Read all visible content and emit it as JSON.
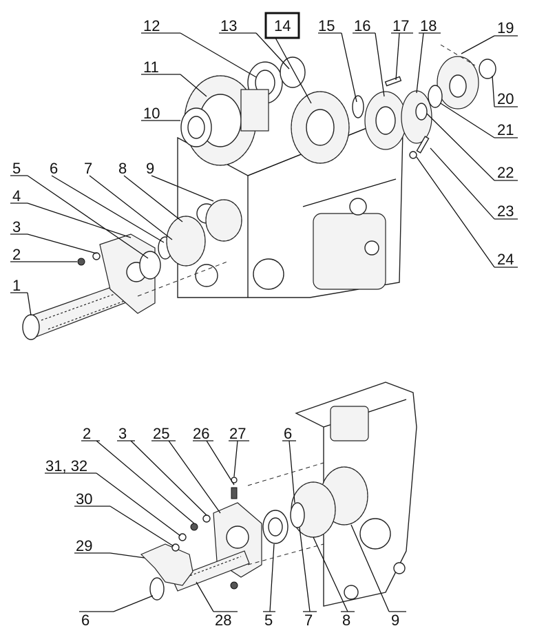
{
  "callouts": {
    "c1": "1",
    "c2": "2",
    "c3": "3",
    "c4": "4",
    "c5": "5",
    "c6": "6",
    "c7": "7",
    "c8": "8",
    "c9": "9",
    "c10": "10",
    "c11": "11",
    "c12": "12",
    "c13": "13",
    "c14": "14",
    "c15": "15",
    "c16": "16",
    "c17": "17",
    "c18": "18",
    "c19": "19",
    "c20": "20",
    "c21": "21",
    "c22": "22",
    "c23": "23",
    "c24": "24",
    "b2": "2",
    "b3": "3",
    "b25": "25",
    "b26": "26",
    "b27": "27",
    "b6top": "6",
    "b3132": "31, 32",
    "b30": "30",
    "b29": "29",
    "b6": "6",
    "b28": "28",
    "b5": "5",
    "b7": "7",
    "b8": "8",
    "b9": "9"
  },
  "highlighted_callout": "14"
}
